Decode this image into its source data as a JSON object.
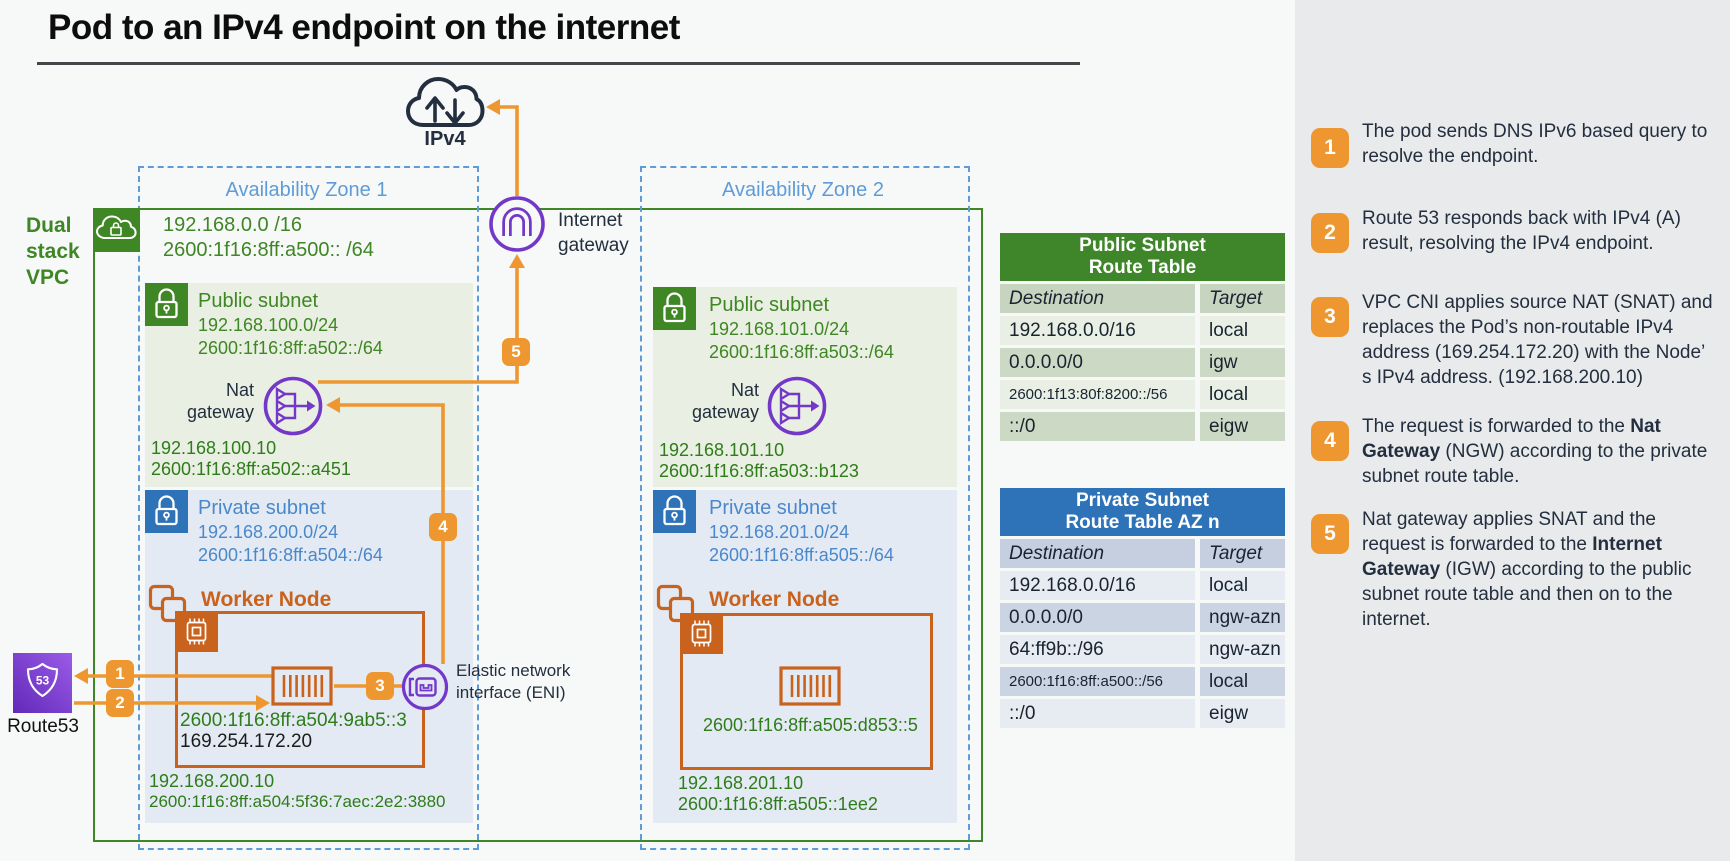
{
  "title": "Pod to an IPv4 endpoint on the internet",
  "colors": {
    "accent_orange": "#ee9730",
    "vpc_green": "#3f8624",
    "subnet_blue": "#2e73b8",
    "az_dashed_blue": "#5f9cd7",
    "aws_purple": "#7438c8",
    "worker_orange": "#c9621c",
    "step_text": "#232f3e",
    "panel_gray": "#e8eaec"
  },
  "external": {
    "cloud_label": "IPv4",
    "route53_label": "Route53",
    "igw_label": "Internet gateway",
    "eni_label": "Elastic network interface (ENI)"
  },
  "vpc": {
    "label": "Dual stack VPC",
    "cidr4": "192.168.0.0 /16",
    "cidr6": "2600:1f16:8ff:a500:: /64"
  },
  "az1": {
    "label": "Availability Zone 1",
    "public_subnet": {
      "title": "Public subnet",
      "cidr4": "192.168.100.0/24",
      "cidr6": "2600:1f16:8ff:a502::/64",
      "nat_label": "Nat gateway",
      "nat_ip4": "192.168.100.10",
      "nat_ip6": "2600:1f16:8ff:a502::a451"
    },
    "private_subnet": {
      "title": "Private subnet",
      "cidr4": "192.168.200.0/24",
      "cidr6": "2600:1f16:8ff:a504::/64"
    },
    "worker": {
      "title": "Worker Node",
      "pod_ip6": "2600:1f16:8ff:a504:9ab5::3",
      "pod_ip4": "169.254.172.20",
      "node_ip4": "192.168.200.10",
      "node_ip6": "2600:1f16:8ff:a504:5f36:7aec:2e2:3880"
    }
  },
  "az2": {
    "label": "Availability Zone 2",
    "public_subnet": {
      "title": "Public subnet",
      "cidr4": "192.168.101.0/24",
      "cidr6": "2600:1f16:8ff:a503::/64",
      "nat_label": "Nat gateway",
      "nat_ip4": "192.168.101.10",
      "nat_ip6": "2600:1f16:8ff:a503::b123"
    },
    "private_subnet": {
      "title": "Private subnet",
      "cidr4": "192.168.201.0/24",
      "cidr6": "2600:1f16:8ff:a505::/64"
    },
    "worker": {
      "title": "Worker Node",
      "pod_ip6": "2600:1f16:8ff:a505:d853::5",
      "node_ip4": "192.168.201.10",
      "node_ip6": "2600:1f16:8ff:a505::1ee2"
    }
  },
  "tables": {
    "public": {
      "title": [
        "Public Subnet",
        "Route Table"
      ],
      "columns": [
        "Destination",
        "Target"
      ],
      "rows": [
        {
          "dest": "192.168.0.0/16",
          "target": "local"
        },
        {
          "dest": "0.0.0.0/0",
          "target": "igw"
        },
        {
          "dest": "2600:1f13:80f:8200::/56",
          "target": "local"
        },
        {
          "dest": "::/0",
          "target": "eigw"
        }
      ]
    },
    "private": {
      "title": [
        "Private Subnet",
        "Route Table AZ n"
      ],
      "columns": [
        "Destination",
        "Target"
      ],
      "rows": [
        {
          "dest": "192.168.0.0/16",
          "target": "local"
        },
        {
          "dest": "0.0.0.0/0",
          "target": "ngw-azn"
        },
        {
          "dest": "64:ff9b::/96",
          "target": "ngw-azn"
        },
        {
          "dest": "2600:1f16:8ff:a500::/56",
          "target": "local"
        },
        {
          "dest": "::/0",
          "target": "eigw"
        }
      ]
    }
  },
  "steps": [
    {
      "num": "1",
      "parts": [
        {
          "t": "The pod sends DNS IPv6 based query to resolve the endpoint.",
          "b": false
        }
      ]
    },
    {
      "num": "2",
      "parts": [
        {
          "t": "Route 53 responds back with IPv4 (A) result, resolving the IPv4 endpoint.",
          "b": false
        }
      ]
    },
    {
      "num": "3",
      "parts": [
        {
          "t": "VPC CNI applies source NAT (SNAT) and replaces the Pod’s non-routable IPv4 address (169.254.172.20) with the Node’ s IPv4 address. (192.168.200.10)",
          "b": false
        }
      ]
    },
    {
      "num": "4",
      "parts": [
        {
          "t": "The request is forwarded to the ",
          "b": false
        },
        {
          "t": "Nat Gateway",
          "b": true
        },
        {
          "t": " (NGW) according to the private subnet route table.",
          "b": false
        }
      ]
    },
    {
      "num": "5",
      "parts": [
        {
          "t": "Nat gateway applies SNAT and the request is forwarded to the ",
          "b": false
        },
        {
          "t": "Internet Gateway",
          "b": true
        },
        {
          "t": " (IGW) according to the public subnet route table and then on to the internet.",
          "b": false
        }
      ]
    }
  ]
}
